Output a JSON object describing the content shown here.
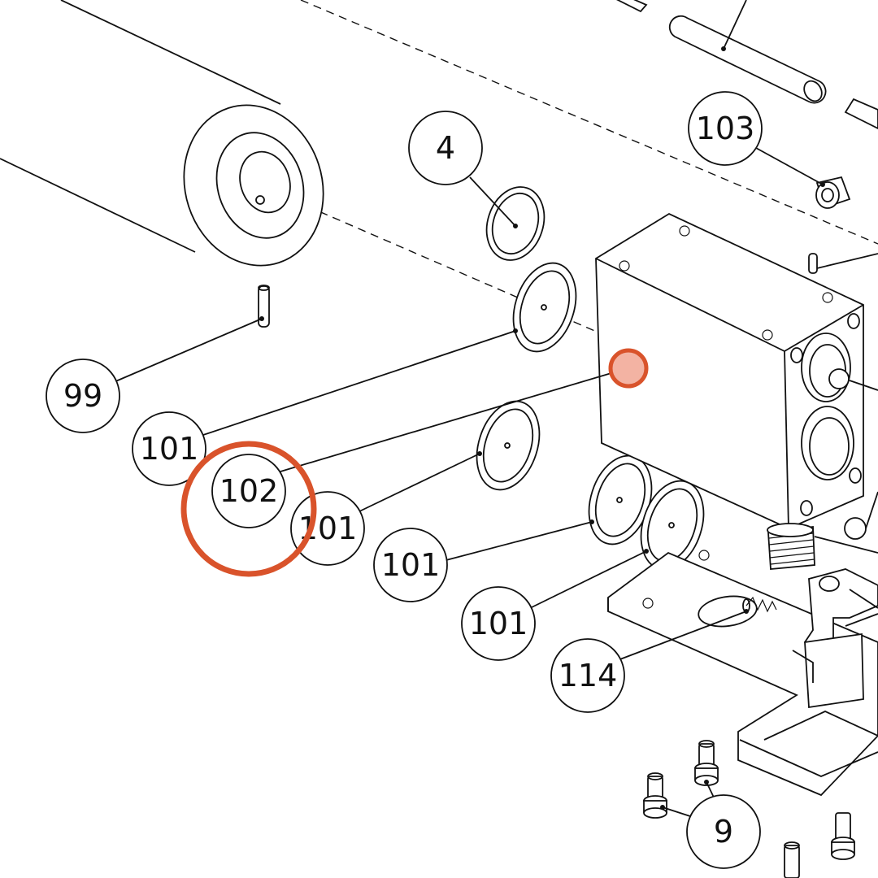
{
  "callouts": [
    {
      "label": "4",
      "key": "4"
    },
    {
      "label": "103",
      "key": "103"
    },
    {
      "label": "99",
      "key": "99"
    },
    {
      "label": "101",
      "key": "101-a"
    },
    {
      "label": "102",
      "key": "102"
    },
    {
      "label": "101",
      "key": "101-b"
    },
    {
      "label": "101",
      "key": "101-c"
    },
    {
      "label": "101",
      "key": "101-d"
    },
    {
      "label": "114",
      "key": "114"
    },
    {
      "label": "9",
      "key": "9"
    }
  ],
  "highlight": {
    "target": "102",
    "color": "#d9532b",
    "fill": "#f3b3a3"
  },
  "colors": {
    "line": "#111111",
    "background": "#ffffff"
  }
}
